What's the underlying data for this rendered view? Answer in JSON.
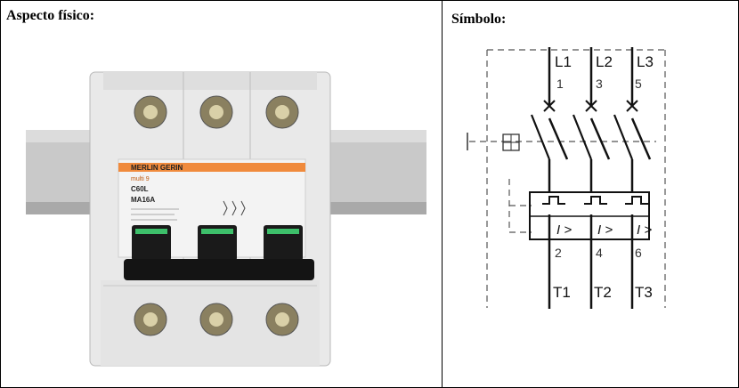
{
  "left_cell": {
    "heading": "Aspecto físico:",
    "device": {
      "brand": "MERLIN GERIN",
      "series": "multi 9",
      "model": "C60L",
      "rating": "MA16A"
    }
  },
  "right_cell": {
    "heading": "Símbolo:",
    "lines_top": [
      "L1",
      "L2",
      "L3"
    ],
    "terminals_top": [
      "1",
      "3",
      "5"
    ],
    "trip_labels": [
      "I >",
      "I >",
      "I >"
    ],
    "terminals_bottom": [
      "2",
      "4",
      "6"
    ],
    "outputs": [
      "T1",
      "T2",
      "T3"
    ]
  },
  "colors": {
    "border": "#000000",
    "brand_band": "#f08a3c",
    "rail": "#c8c8c8",
    "body": "#ececec"
  }
}
